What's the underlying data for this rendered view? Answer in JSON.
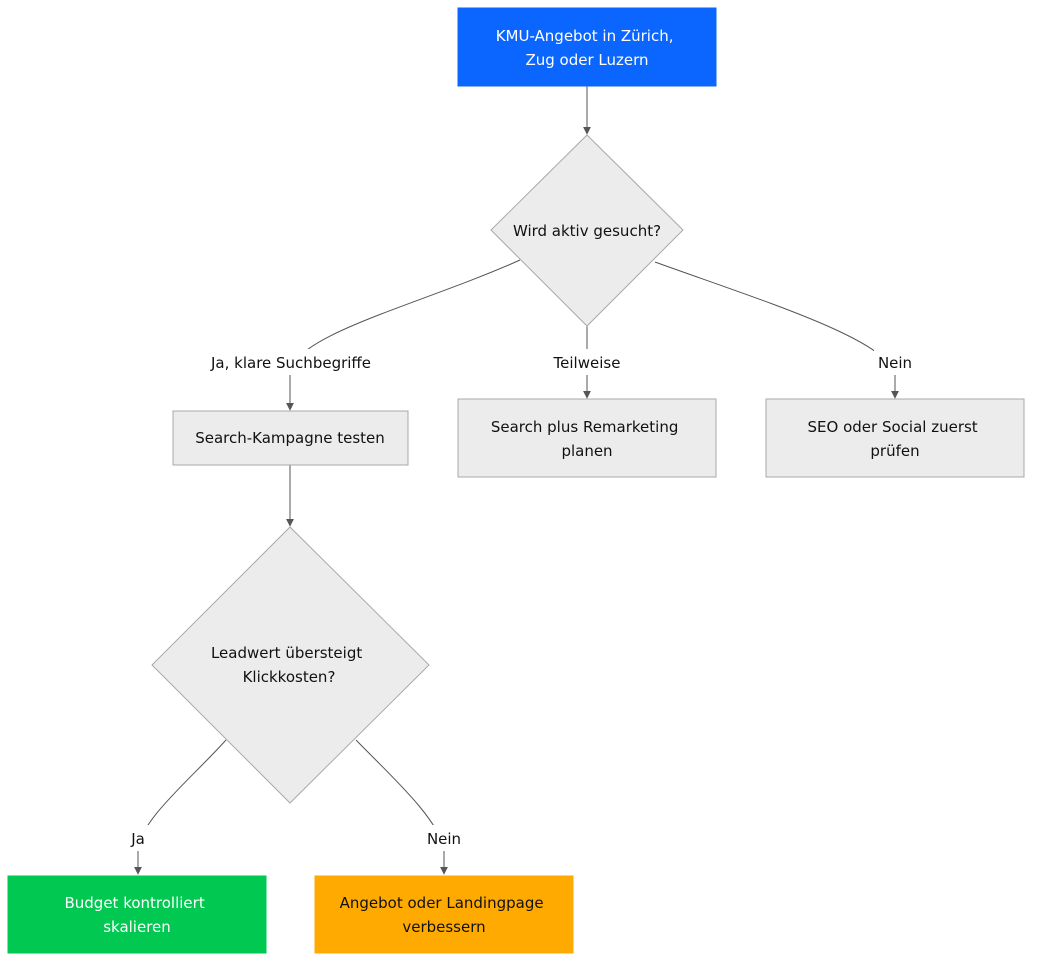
{
  "colors": {
    "start": "#0a66ff",
    "neutral_fill": "#ececec",
    "neutral_stroke": "#a9a9a9",
    "success": "#00c851",
    "warning": "#ffaa00",
    "edge": "#555555"
  },
  "nodes": {
    "start": {
      "lines": [
        "KMU-Angebot in Zürich,",
        "Zug oder Luzern"
      ]
    },
    "q_search": {
      "lines": [
        "Wird aktiv gesucht?"
      ]
    },
    "search_campaign": {
      "lines": [
        "Search-Kampagne testen"
      ]
    },
    "remarketing": {
      "lines": [
        "Search plus Remarketing",
        "planen"
      ]
    },
    "seo_social": {
      "lines": [
        "SEO oder Social zuerst",
        "prüfen"
      ]
    },
    "q_leadvalue": {
      "lines": [
        "Leadwert übersteigt",
        "Klickkosten?"
      ]
    },
    "scale_budget": {
      "lines": [
        "Budget kontrolliert",
        "skalieren"
      ]
    },
    "improve_offer": {
      "lines": [
        "Angebot oder Landingpage",
        "verbessern"
      ]
    }
  },
  "edges": {
    "yes_keywords": "Ja, klare Suchbegriffe",
    "partially": "Teilweise",
    "no_search": "Nein",
    "yes_lead": "Ja",
    "no_lead": "Nein"
  }
}
